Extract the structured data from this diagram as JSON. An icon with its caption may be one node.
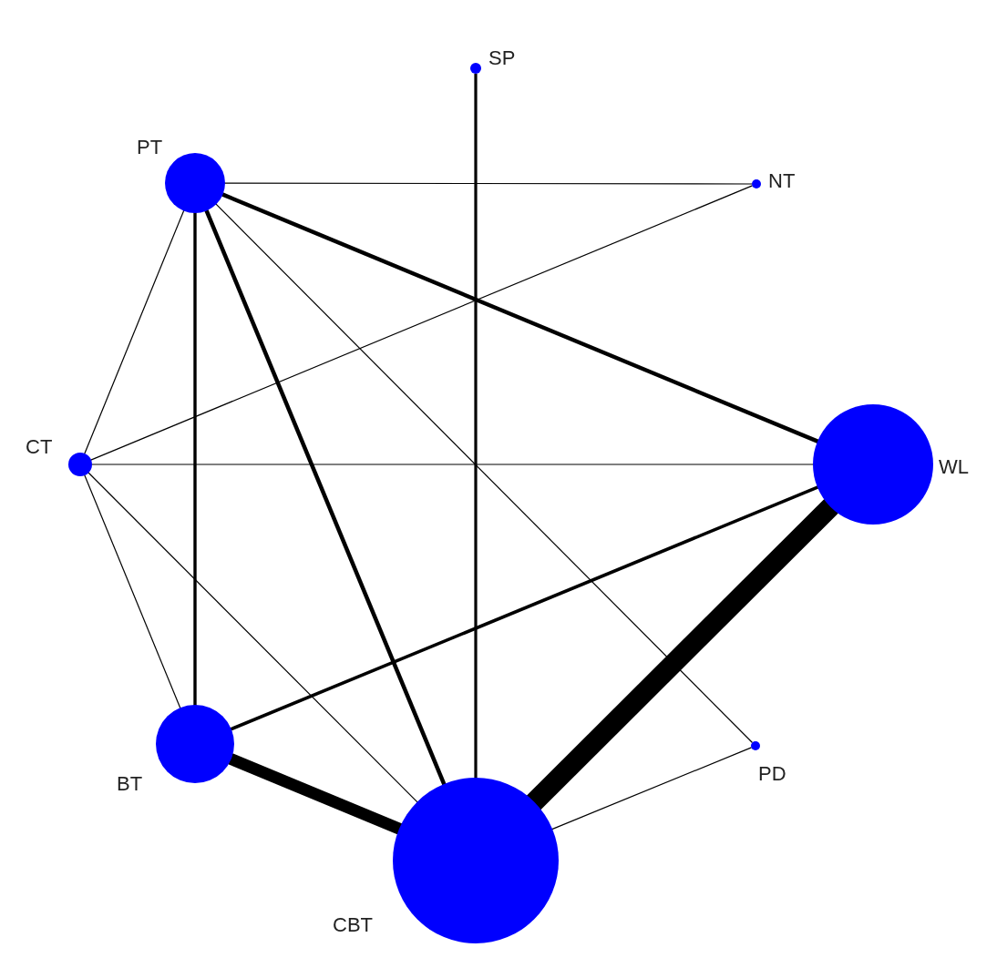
{
  "diagram": {
    "nodes": [
      {
        "text": [
          "SP"
        ]
      },
      {
        "text": [
          "PT"
        ]
      },
      {
        "text": [
          "NT"
        ]
      },
      {
        "text": [
          "CT"
        ]
      },
      {
        "text": [
          "WL"
        ]
      },
      {
        "text": [
          "BT"
        ]
      },
      {
        "text": [
          "PD"
        ]
      },
      {
        "text": [
          "CBT"
        ]
      }
    ],
    "edges": [
      {
        "from": 0,
        "to": 7,
        "arrow": "none",
        "style": "thick"
      },
      {
        "from": 1,
        "to": 2,
        "arrow": "none"
      },
      {
        "from": 1,
        "to": 4,
        "arrow": "none",
        "style": "thick"
      },
      {
        "from": 1,
        "to": 3,
        "arrow": "none"
      },
      {
        "from": 1,
        "to": 5,
        "arrow": "none",
        "style": "thick"
      },
      {
        "from": 1,
        "to": 7,
        "arrow": "none",
        "style": "thick"
      },
      {
        "from": 1,
        "to": 6,
        "arrow": "none"
      },
      {
        "from": 2,
        "to": 3,
        "arrow": "none"
      },
      {
        "from": 3,
        "to": 4,
        "arrow": "none"
      },
      {
        "from": 3,
        "to": 5,
        "arrow": "none"
      },
      {
        "from": 3,
        "to": 7,
        "arrow": "none"
      },
      {
        "from": 4,
        "to": 5,
        "arrow": "none",
        "style": "thick"
      },
      {
        "from": 4,
        "to": 7,
        "arrow": "none",
        "style": "thick"
      },
      {
        "from": 5,
        "to": 7,
        "arrow": "none",
        "style": "thick"
      },
      {
        "from": 6,
        "to": 7,
        "arrow": "none"
      }
    ]
  }
}
